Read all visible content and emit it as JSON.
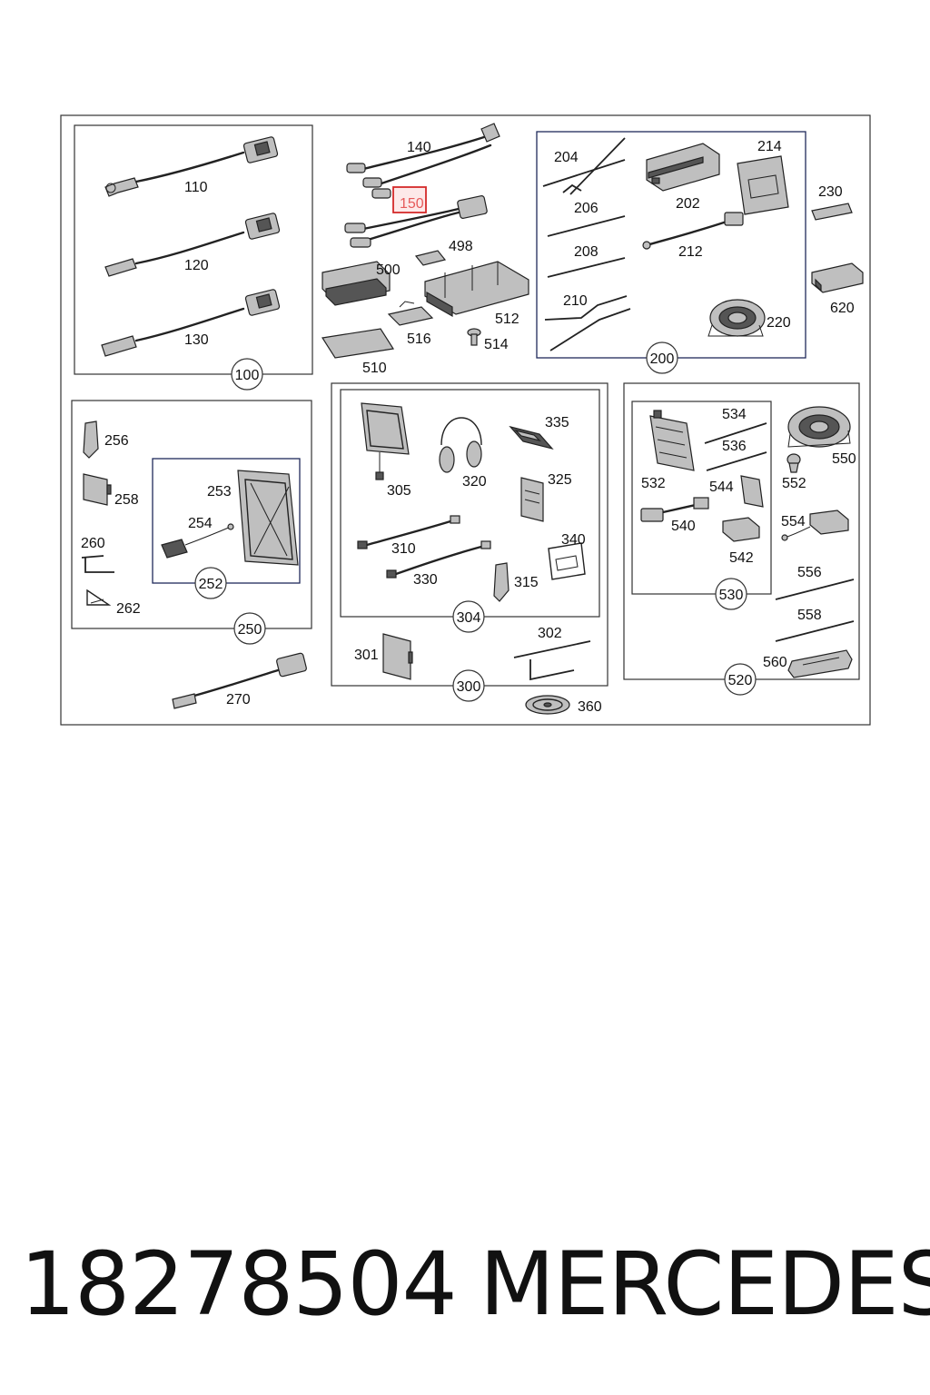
{
  "diagram": {
    "highlighted_callout": "150",
    "groups": {
      "g100": "100",
      "g200": "200",
      "g250": "250",
      "g252": "252",
      "g300": "300",
      "g304": "304",
      "g520": "520",
      "g530": "530"
    },
    "callouts": {
      "c110": "110",
      "c120": "120",
      "c130": "130",
      "c140": "140",
      "c150": "150",
      "c498": "498",
      "c500": "500",
      "c510": "510",
      "c512": "512",
      "c514": "514",
      "c516": "516",
      "c202": "202",
      "c204": "204",
      "c206": "206",
      "c208": "208",
      "c210": "210",
      "c212": "212",
      "c214": "214",
      "c220": "220",
      "c230": "230",
      "c620": "620",
      "c253": "253",
      "c254": "254",
      "c256": "256",
      "c258": "258",
      "c260": "260",
      "c262": "262",
      "c270": "270",
      "c301": "301",
      "c302": "302",
      "c305": "305",
      "c310": "310",
      "c315": "315",
      "c320": "320",
      "c325": "325",
      "c330": "330",
      "c335": "335",
      "c340": "340",
      "c360": "360",
      "c532": "532",
      "c534": "534",
      "c536": "536",
      "c540": "540",
      "c542": "542",
      "c544": "544",
      "c550": "550",
      "c552": "552",
      "c554": "554",
      "c556": "556",
      "c558": "558",
      "c560": "560"
    }
  },
  "footer": {
    "part_number": "18278504",
    "brand": "MERCEDES"
  }
}
